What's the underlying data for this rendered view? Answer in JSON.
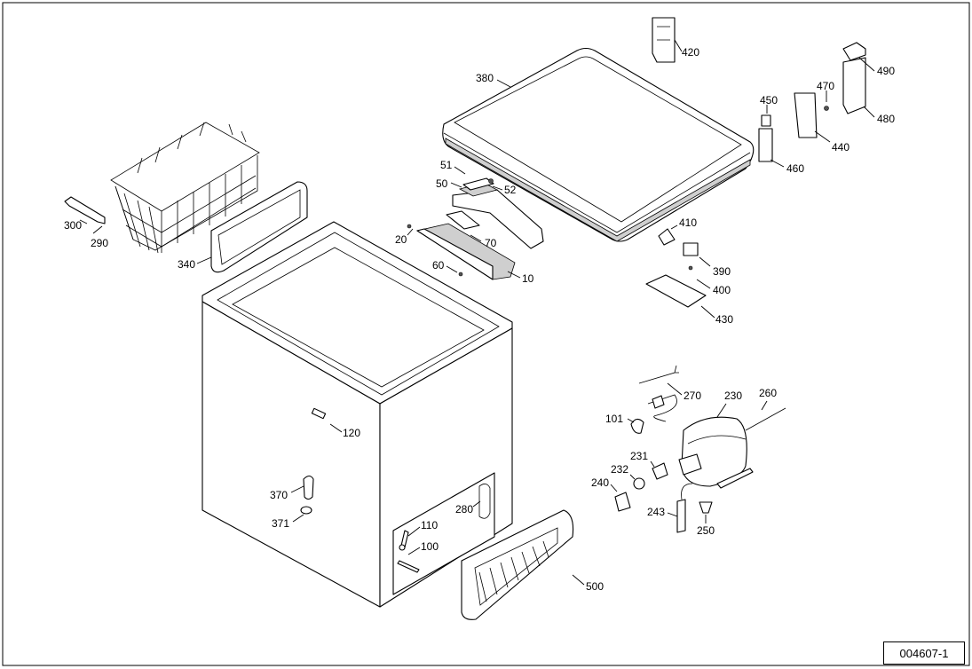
{
  "document_number": "004607-1",
  "callouts": [
    {
      "id": "c420",
      "label": "420"
    },
    {
      "id": "c380",
      "label": "380"
    },
    {
      "id": "c490",
      "label": "490"
    },
    {
      "id": "c470",
      "label": "470"
    },
    {
      "id": "c480",
      "label": "480"
    },
    {
      "id": "c450",
      "label": "450"
    },
    {
      "id": "c440",
      "label": "440"
    },
    {
      "id": "c460",
      "label": "460"
    },
    {
      "id": "c51",
      "label": "51"
    },
    {
      "id": "c50",
      "label": "50"
    },
    {
      "id": "c52",
      "label": "52"
    },
    {
      "id": "c20",
      "label": "20"
    },
    {
      "id": "c70",
      "label": "70"
    },
    {
      "id": "c60",
      "label": "60"
    },
    {
      "id": "c10",
      "label": "10"
    },
    {
      "id": "c410",
      "label": "410"
    },
    {
      "id": "c390",
      "label": "390"
    },
    {
      "id": "c400",
      "label": "400"
    },
    {
      "id": "c430",
      "label": "430"
    },
    {
      "id": "c300",
      "label": "300"
    },
    {
      "id": "c290",
      "label": "290"
    },
    {
      "id": "c340",
      "label": "340"
    },
    {
      "id": "c120",
      "label": "120"
    },
    {
      "id": "c370",
      "label": "370"
    },
    {
      "id": "c371",
      "label": "371"
    },
    {
      "id": "c280",
      "label": "280"
    },
    {
      "id": "c110",
      "label": "110"
    },
    {
      "id": "c100",
      "label": "100"
    },
    {
      "id": "c500",
      "label": "500"
    },
    {
      "id": "c270",
      "label": "270"
    },
    {
      "id": "c230",
      "label": "230"
    },
    {
      "id": "c260",
      "label": "260"
    },
    {
      "id": "c101",
      "label": "101"
    },
    {
      "id": "c231",
      "label": "231"
    },
    {
      "id": "c232",
      "label": "232"
    },
    {
      "id": "c240",
      "label": "240"
    },
    {
      "id": "c243",
      "label": "243"
    },
    {
      "id": "c250",
      "label": "250"
    }
  ]
}
